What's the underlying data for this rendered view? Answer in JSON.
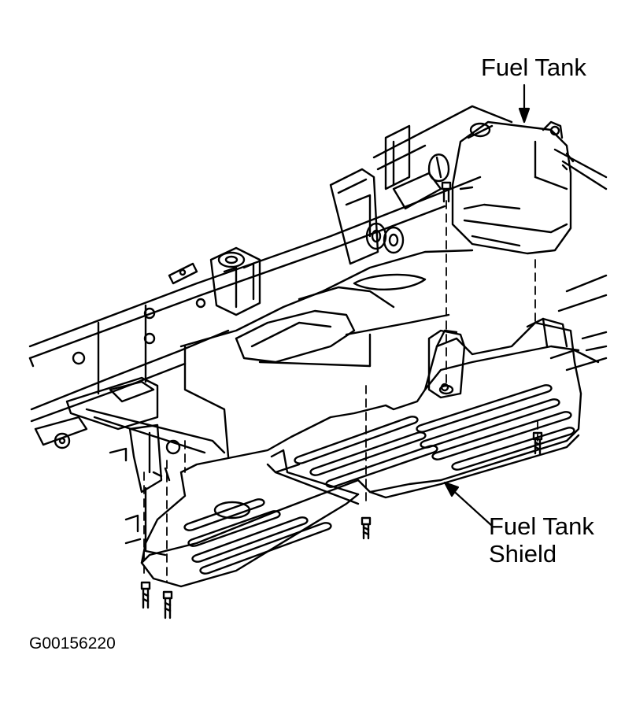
{
  "callouts": {
    "fuel_tank": "Fuel Tank",
    "fuel_tank_shield_line1": "Fuel Tank",
    "fuel_tank_shield_line2": "Shield"
  },
  "figure_code": "G00156220",
  "colors": {
    "ink": "#000000",
    "paper": "#ffffff"
  }
}
